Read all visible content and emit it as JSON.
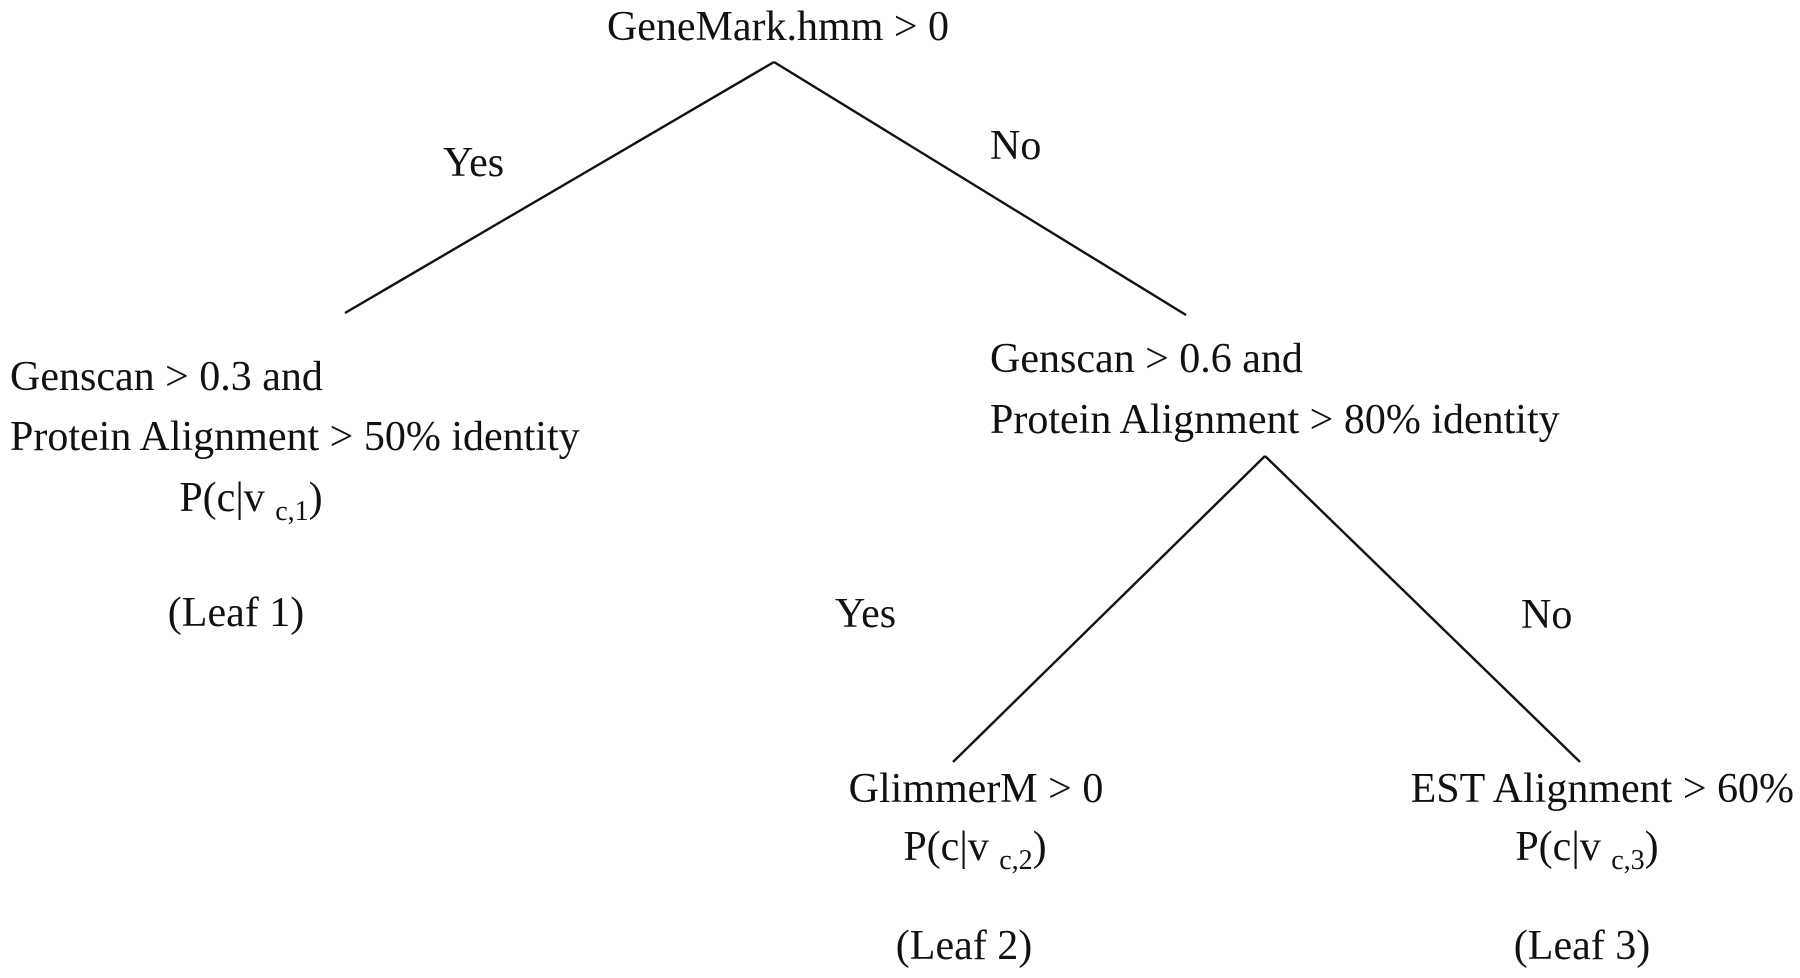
{
  "root": {
    "condition": "GeneMark.hmm > 0"
  },
  "edges": {
    "root_yes": "Yes",
    "root_no": "No",
    "node2_yes": "Yes",
    "node2_no": "No"
  },
  "leaf1": {
    "line1": "Genscan > 0.3 and",
    "line2": "Protein Alignment > 50% identity",
    "prob_prefix": "P(c|v",
    "prob_sub": "c,1",
    "prob_suffix": ")",
    "name": "(Leaf 1)"
  },
  "node2": {
    "line1": "Genscan > 0.6 and",
    "line2": "Protein Alignment > 80% identity"
  },
  "leaf2": {
    "line1": "GlimmerM > 0",
    "prob_prefix": "P(c|v",
    "prob_sub": "c,2",
    "prob_suffix": ")",
    "name": "(Leaf 2)"
  },
  "leaf3": {
    "line1": "EST Alignment > 60%",
    "prob_prefix": "P(c|v",
    "prob_sub": "c,3",
    "prob_suffix": ")",
    "name": "(Leaf 3)"
  }
}
